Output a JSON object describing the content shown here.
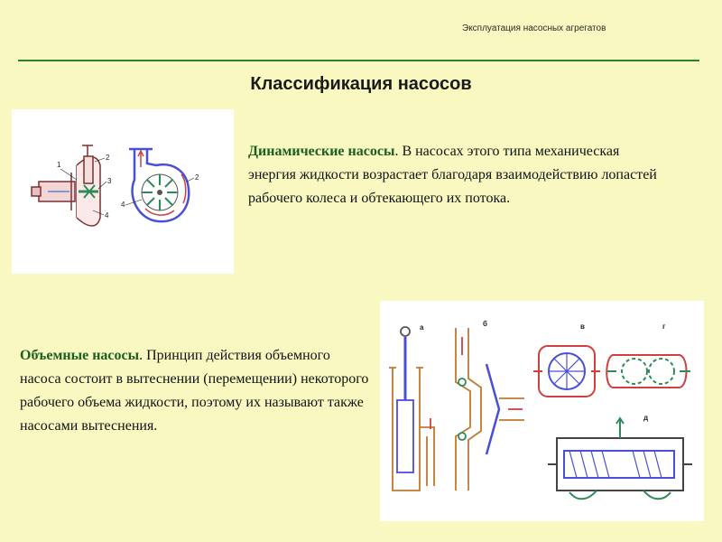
{
  "header": {
    "note": "Эксплуатация насосных агрегатов",
    "title": "Классификация насосов"
  },
  "dynamic": {
    "term": "Динамические насосы",
    "text": ". В насосах этого типа механическая энергия жидкости возрастает благодаря взаимодействию лопастей рабочего колеса и обтекающего их потока.",
    "labels": [
      "1",
      "2",
      "3",
      "4",
      "2",
      "4"
    ]
  },
  "volumetric": {
    "term": "Объемные насосы",
    "text": ". Принцип действия объемного насоса состоит в вытеснении (перемещении) некоторого рабочего объема жидкости, поэтому их называют также насосами вытеснения.",
    "labels": [
      "а",
      "б",
      "в",
      "г",
      "д"
    ]
  },
  "colors": {
    "background": "#f8f8c0",
    "rule": "#2e7d32",
    "term": "#1b5e20"
  }
}
